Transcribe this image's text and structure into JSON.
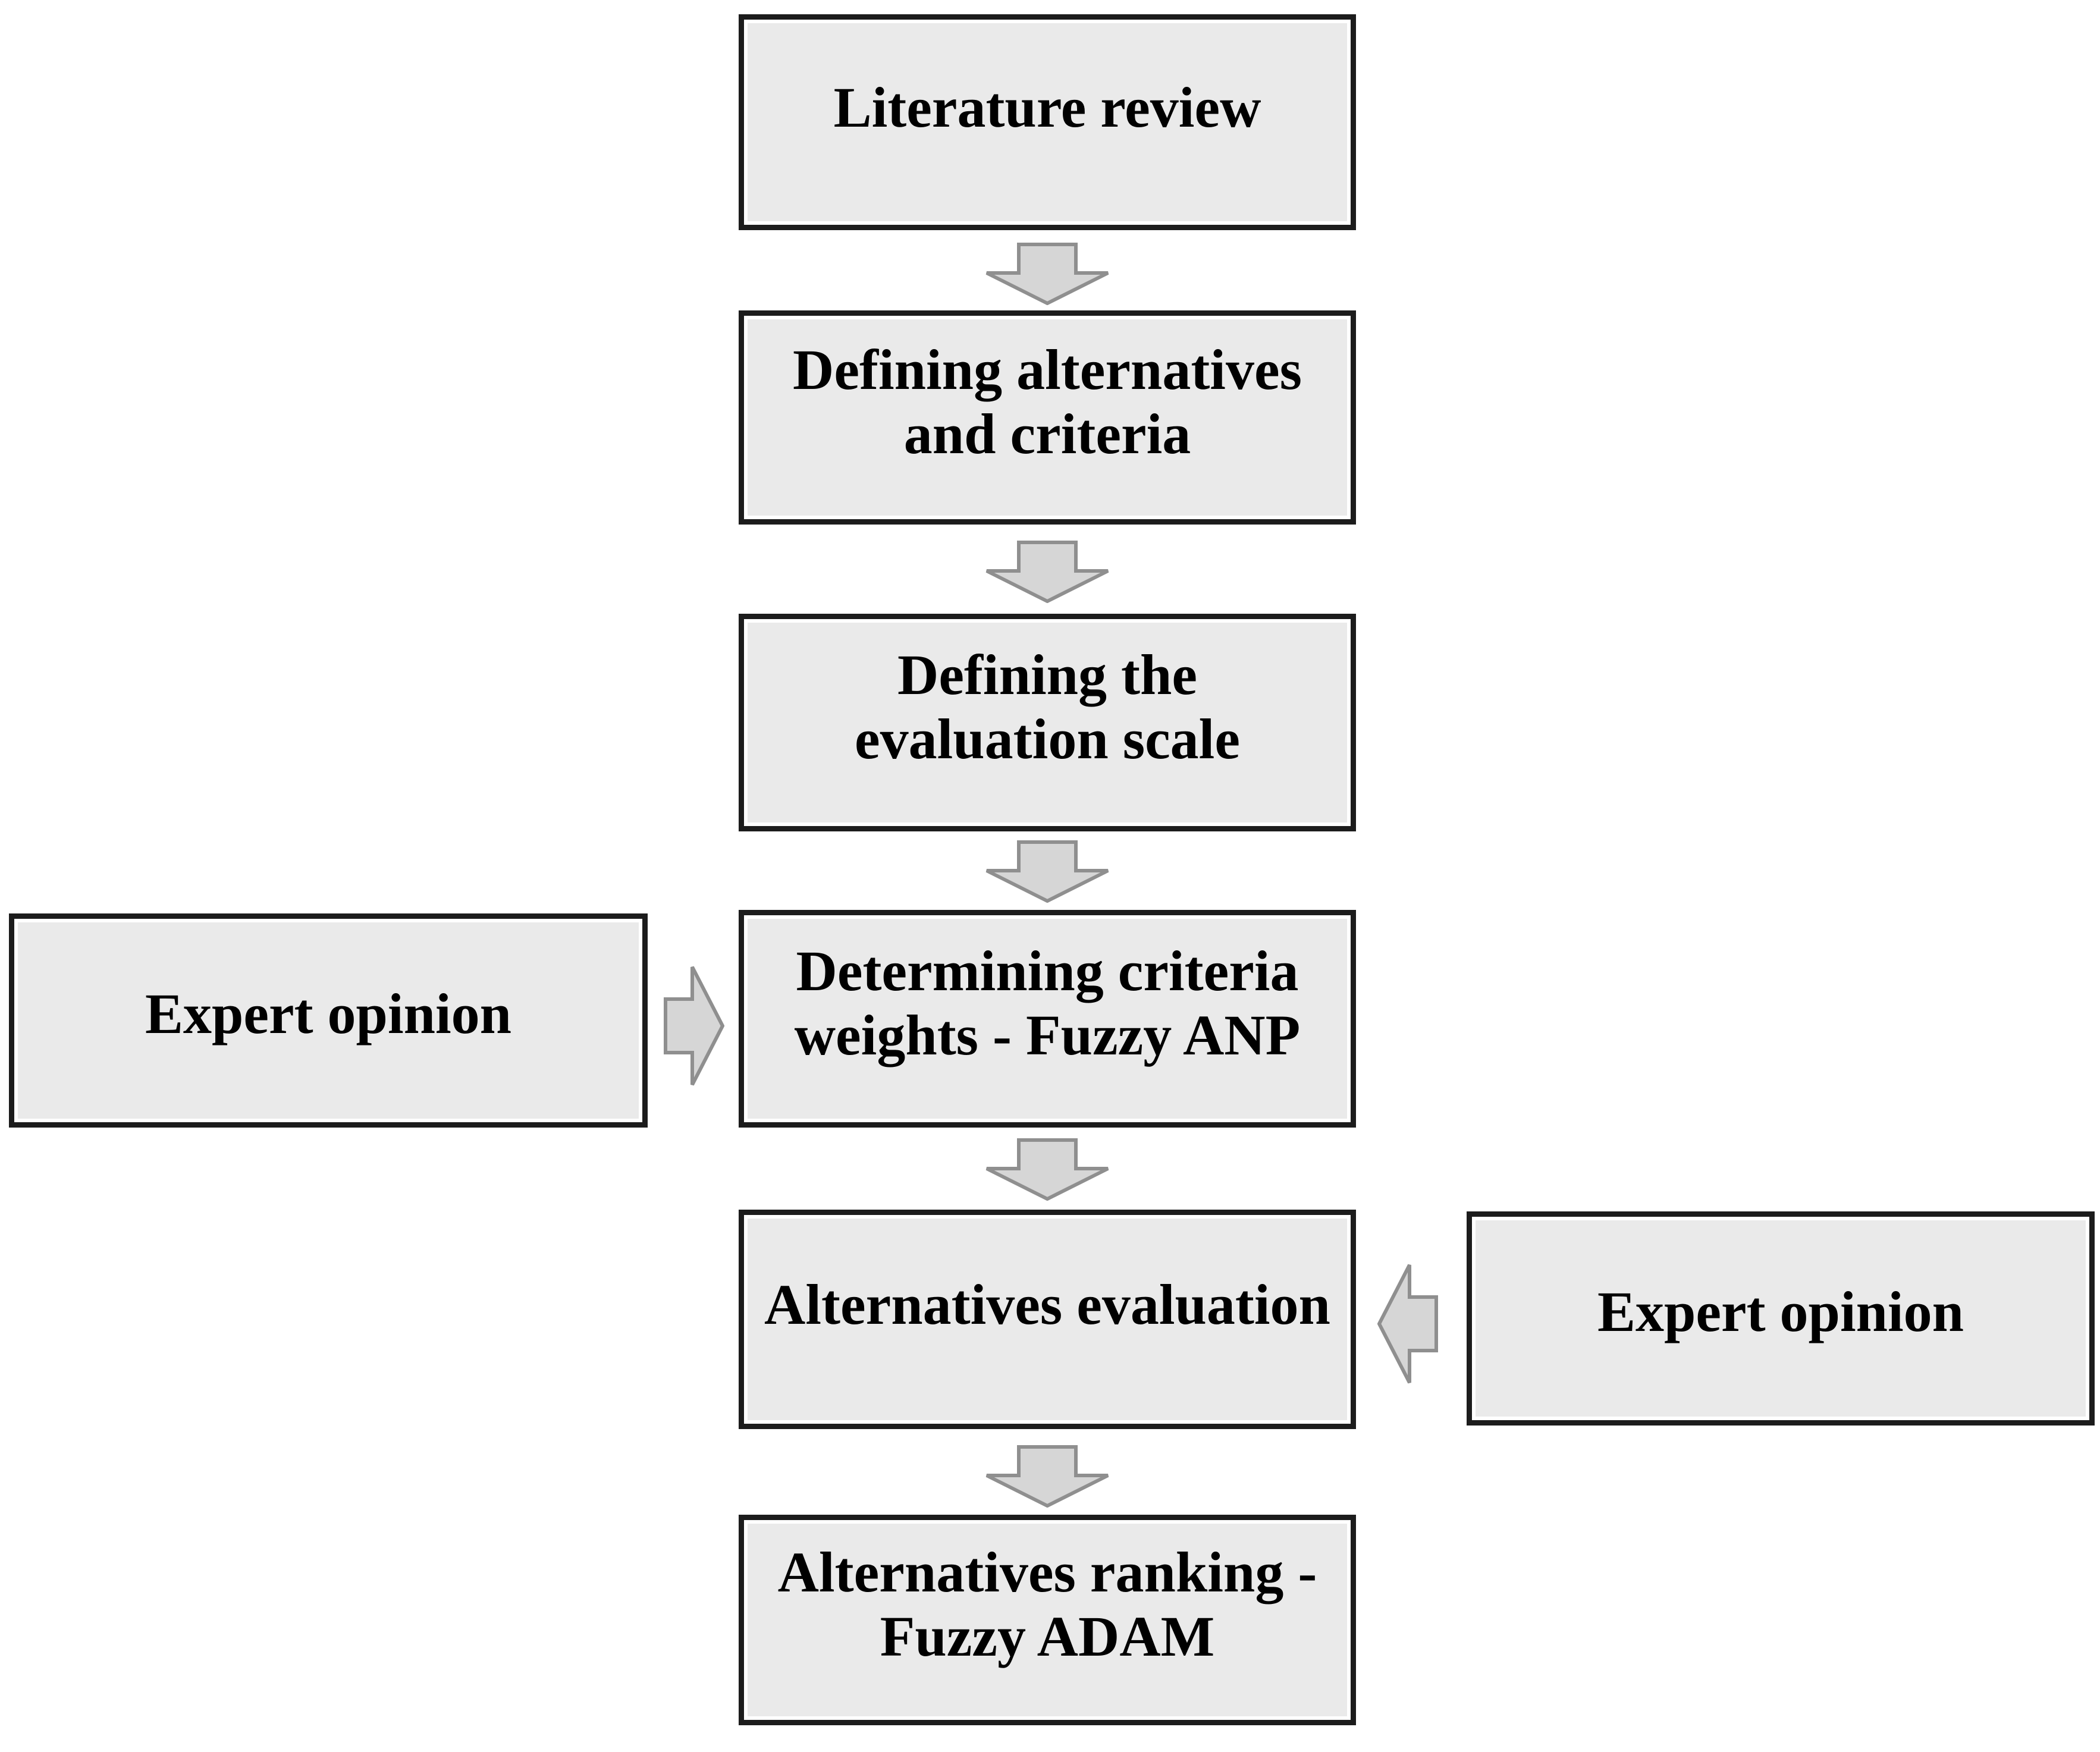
{
  "colors": {
    "page_bg": "#ffffff",
    "box_fill": "#eaeaea",
    "box_border": "#1c1c1c",
    "box_inner_line": "#ffffff",
    "arrow_fill": "#d6d6d6",
    "arrow_border": "#8f8f8f",
    "text": "#000000"
  },
  "nodes": {
    "literature_review": {
      "label": "Literature review",
      "lines": [
        "Literature review"
      ]
    },
    "defining_alternatives": {
      "label": "Defining alternatives and criteria",
      "lines": [
        "Defining alternatives",
        "and criteria"
      ]
    },
    "evaluation_scale": {
      "label": "Defining the evaluation scale",
      "lines": [
        "Defining the",
        "evaluation scale"
      ]
    },
    "expert_opinion_left": {
      "label": "Expert opinion",
      "lines": [
        "Expert opinion"
      ]
    },
    "criteria_weights": {
      "label": "Determining criteria weights - Fuzzy ANP",
      "lines": [
        "Determining criteria",
        "weights - Fuzzy ANP"
      ]
    },
    "alternatives_evaluation": {
      "label": "Alternatives evaluation",
      "lines": [
        "Alternatives evaluation"
      ]
    },
    "expert_opinion_right": {
      "label": "Expert opinion",
      "lines": [
        "Expert opinion"
      ]
    },
    "alternatives_ranking": {
      "label": "Alternatives ranking - Fuzzy ADAM",
      "lines": [
        "Alternatives ranking -",
        "Fuzzy ADAM"
      ]
    }
  },
  "edges": [
    {
      "from": "Literature review",
      "to": "Defining alternatives and criteria",
      "direction": "down"
    },
    {
      "from": "Defining alternatives and criteria",
      "to": "Defining the evaluation scale",
      "direction": "down"
    },
    {
      "from": "Defining the evaluation scale",
      "to": "Determining criteria weights - Fuzzy ANP",
      "direction": "down"
    },
    {
      "from": "Expert opinion",
      "to": "Determining criteria weights - Fuzzy ANP",
      "direction": "right"
    },
    {
      "from": "Determining criteria weights - Fuzzy ANP",
      "to": "Alternatives evaluation",
      "direction": "down"
    },
    {
      "from": "Expert opinion",
      "to": "Alternatives evaluation",
      "direction": "left"
    },
    {
      "from": "Alternatives evaluation",
      "to": "Alternatives ranking - Fuzzy ADAM",
      "direction": "down"
    }
  ]
}
